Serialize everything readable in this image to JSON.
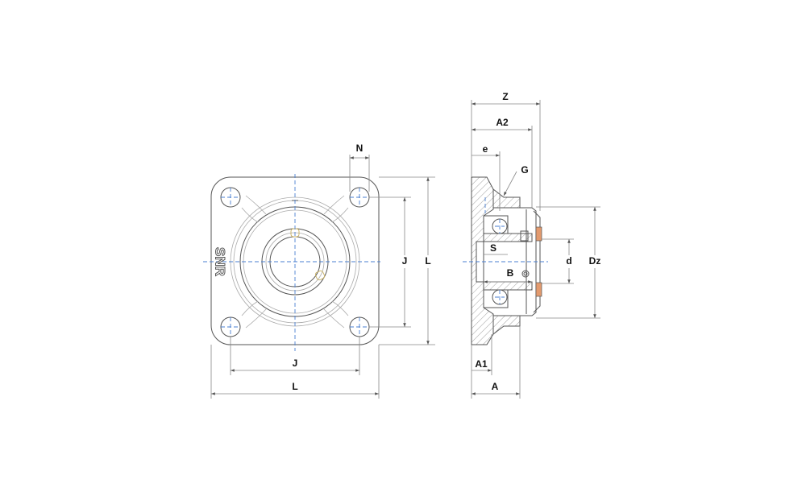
{
  "front_view": {
    "brand": "SNR",
    "dimensions": {
      "n": "N",
      "j_vertical": "J",
      "l_vertical": "L",
      "j_horizontal": "J",
      "l_horizontal": "L"
    }
  },
  "section_view": {
    "dimensions": {
      "z": "Z",
      "a2": "A2",
      "e": "e",
      "g": "G",
      "s": "S",
      "b": "B",
      "d": "d",
      "dz": "Dz",
      "a1": "A1",
      "a": "A"
    }
  },
  "colors": {
    "centerline": "#4a7fd0",
    "seal": "#e39a6e",
    "outline": "#555555"
  }
}
